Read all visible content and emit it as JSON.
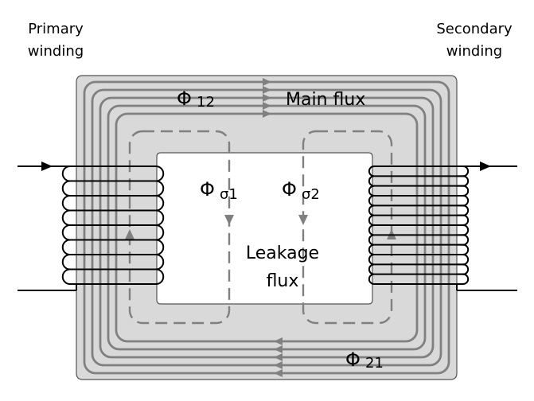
{
  "labels": {
    "primary_line1": "Primary",
    "primary_line2": "winding",
    "secondary_line1": "Secondary",
    "secondary_line2": "winding",
    "main_flux": "Main flux",
    "leakage_line1": "Leakage",
    "leakage_line2": "flux"
  },
  "symbols": {
    "phi12": {
      "symbol": "Φ",
      "sub": "12"
    },
    "phi21": {
      "symbol": "Φ",
      "sub": "21"
    },
    "phi_s1": {
      "symbol": "Φ",
      "sub": "σ1"
    },
    "phi_s2": {
      "symbol": "Φ",
      "sub": "σ2"
    }
  },
  "colors": {
    "core_fill": "#d9d9d9",
    "core_stroke": "#555555",
    "flux_line": "#808080",
    "winding": "#000000",
    "leakage_dash": "#808080"
  }
}
